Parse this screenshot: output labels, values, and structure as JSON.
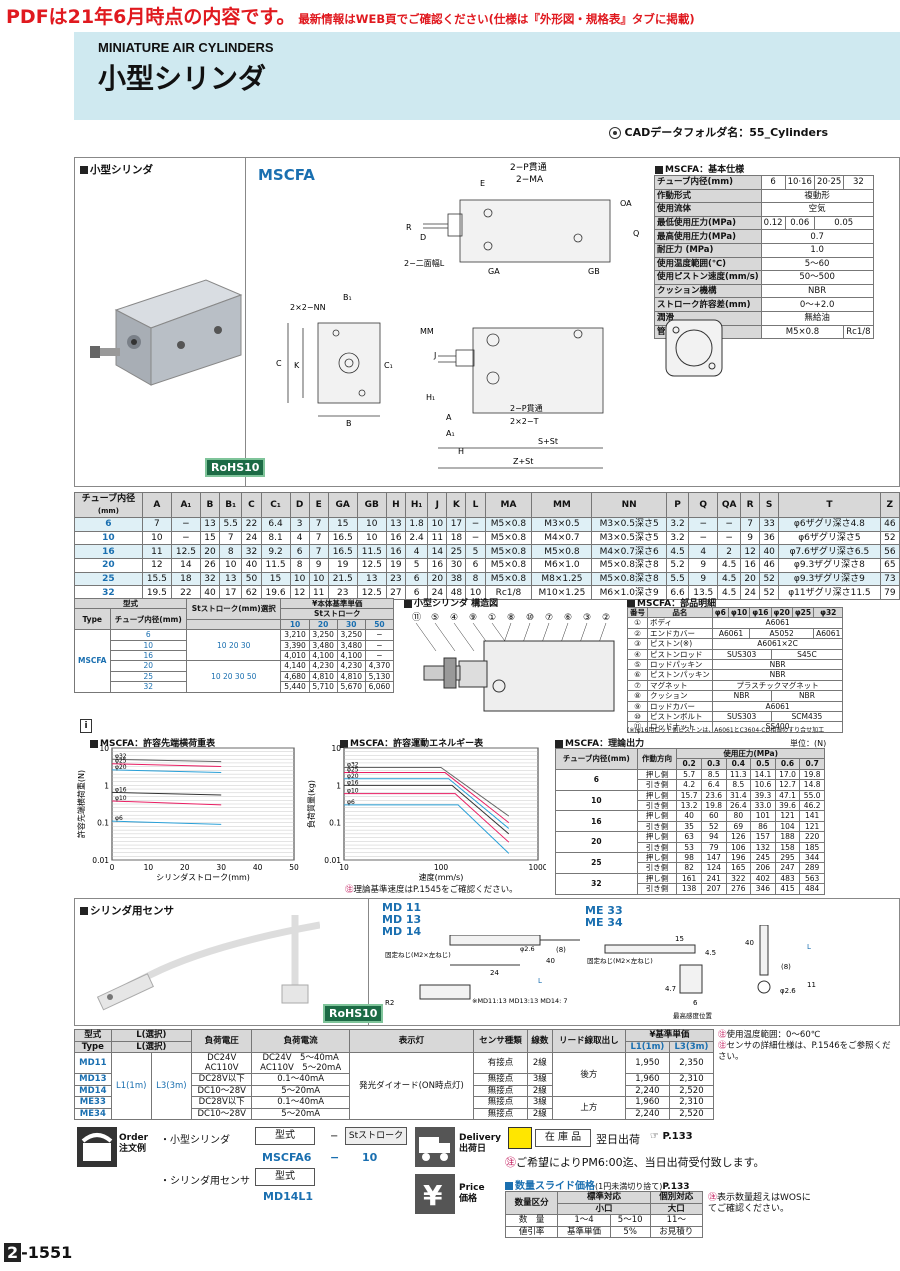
{
  "notice": {
    "main": "PDFは21年6月時点の内容です。",
    "sub": "最新情報はWEB頁でご確認ください(仕様は『外形図・規格表』タブに掲載)"
  },
  "header": {
    "subtitle": "MINIATURE AIR CYLINDERS",
    "title": "小型シリンダ"
  },
  "cad": {
    "label": "CADデータフォルダ名：55_Cylinders"
  },
  "product": {
    "section_title": "小型シリンダ",
    "model": "MSCFA",
    "rohs": "RoHS10"
  },
  "drawing": {
    "labels": {
      "p_through": "2−P貫通",
      "ma": "2−MA",
      "oa": "OA",
      "e": "E",
      "r": "R",
      "d": "D",
      "q": "Q",
      "width_across": "2−二面幅L",
      "ga": "GA",
      "gb": "GB",
      "nn": "2×2−NN",
      "b1": "B₁",
      "c": "C",
      "k": "K",
      "c1": "C₁",
      "b": "B",
      "mm": "MM",
      "j": "J",
      "h1": "H₁",
      "a": "A",
      "a1": "A₁",
      "h": "H",
      "p2": "2−P貫通",
      "t": "2×2−T",
      "s_st": "S+St",
      "z_st": "Z+St"
    }
  },
  "basic_spec": {
    "title": "MSCFA：基本仕様",
    "rows": [
      {
        "k": "チューブ内径(mm)",
        "v": [
          "6",
          "10·16",
          "20·25",
          "32"
        ]
      },
      {
        "k": "作動形式",
        "v": [
          "複動形"
        ]
      },
      {
        "k": "使用流体",
        "v": [
          "空気"
        ]
      },
      {
        "k": "最低使用圧力(MPa)",
        "v": [
          "0.12",
          "0.06",
          "0.05"
        ]
      },
      {
        "k": "最高使用圧力(MPa)",
        "v": [
          "0.7"
        ]
      },
      {
        "k": "耐圧力 (MPa)",
        "v": [
          "1.0"
        ]
      },
      {
        "k": "使用温度範囲(℃)",
        "v": [
          "5〜60"
        ]
      },
      {
        "k": "使用ピストン速度(mm/s)",
        "v": [
          "50〜500"
        ]
      },
      {
        "k": "クッション機構",
        "v": [
          "NBR"
        ]
      },
      {
        "k": "ストローク許容差(mm)",
        "v": [
          "0〜+2.0"
        ]
      },
      {
        "k": "潤滑",
        "v": [
          "無給油"
        ]
      },
      {
        "k": "管接続口径",
        "v": [
          "M5×0.8",
          "Rc1/8"
        ]
      }
    ]
  },
  "dim_table": {
    "headers": [
      "チューブ内径",
      "A",
      "A₁",
      "B",
      "B₁",
      "C",
      "C₁",
      "D",
      "E",
      "GA",
      "GB",
      "H",
      "H₁",
      "J",
      "K",
      "L",
      "MA",
      "MM",
      "NN",
      "P",
      "Q",
      "QA",
      "R",
      "S",
      "T",
      "Z"
    ],
    "unit": "(mm)",
    "rows": [
      [
        "6",
        "7",
        "−",
        "13",
        "5.5",
        "22",
        "6.4",
        "3",
        "7",
        "15",
        "10",
        "13",
        "1.8",
        "10",
        "17",
        "−",
        "M5×0.8",
        "M3×0.5",
        "M3×0.5深さ5",
        "3.2",
        "−",
        "−",
        "7",
        "33",
        "φ6ザグリ深さ4.8",
        "46"
      ],
      [
        "10",
        "10",
        "−",
        "15",
        "7",
        "24",
        "8.1",
        "4",
        "7",
        "16.5",
        "10",
        "16",
        "2.4",
        "11",
        "18",
        "−",
        "M5×0.8",
        "M4×0.7",
        "M3×0.5深さ5",
        "3.2",
        "−",
        "−",
        "9",
        "36",
        "φ6ザグリ深さ5",
        "52"
      ],
      [
        "16",
        "11",
        "12.5",
        "20",
        "8",
        "32",
        "9.2",
        "6",
        "7",
        "16.5",
        "11.5",
        "16",
        "4",
        "14",
        "25",
        "5",
        "M5×0.8",
        "M5×0.8",
        "M4×0.7深さ6",
        "4.5",
        "4",
        "2",
        "12",
        "40",
        "φ7.6ザグリ深さ6.5",
        "56"
      ],
      [
        "20",
        "12",
        "14",
        "26",
        "10",
        "40",
        "11.5",
        "8",
        "9",
        "19",
        "12.5",
        "19",
        "5",
        "16",
        "30",
        "6",
        "M5×0.8",
        "M6×1.0",
        "M5×0.8深さ8",
        "5.2",
        "9",
        "4.5",
        "16",
        "46",
        "φ9.3ザグリ深さ8",
        "65"
      ],
      [
        "25",
        "15.5",
        "18",
        "32",
        "13",
        "50",
        "15",
        "10",
        "10",
        "21.5",
        "13",
        "23",
        "6",
        "20",
        "38",
        "8",
        "M5×0.8",
        "M8×1.25",
        "M5×0.8深さ8",
        "5.5",
        "9",
        "4.5",
        "20",
        "52",
        "φ9.3ザグリ深さ9",
        "73"
      ],
      [
        "32",
        "19.5",
        "22",
        "40",
        "17",
        "62",
        "19.6",
        "12",
        "11",
        "23",
        "12.5",
        "27",
        "6",
        "24",
        "48",
        "10",
        "Rc1/8",
        "M10×1.25",
        "M6×1.0深さ9",
        "6.6",
        "13.5",
        "4.5",
        "24",
        "52",
        "φ11ザグリ深さ11.5",
        "79"
      ]
    ]
  },
  "price_table": {
    "h_model": "型式",
    "h_type": "Type",
    "h_tube": "チューブ内径(mm)",
    "h_stroke": "Stストローク(mm)選択",
    "h_price": "¥本体基準単価",
    "h_price_sub": "Stストローク",
    "strokes": [
      "10",
      "20",
      "30",
      "50"
    ],
    "type": "MSCFA",
    "stroke_a": "10 20 30",
    "stroke_b": "10 20 30 50",
    "rows": [
      [
        "6",
        "3,210",
        "3,250",
        "3,250",
        "−"
      ],
      [
        "10",
        "3,390",
        "3,480",
        "3,480",
        "−"
      ],
      [
        "16",
        "4,010",
        "4,100",
        "4,100",
        "−"
      ],
      [
        "20",
        "4,140",
        "4,230",
        "4,230",
        "4,370"
      ],
      [
        "25",
        "4,680",
        "4,810",
        "4,810",
        "5,130"
      ],
      [
        "32",
        "5,440",
        "5,710",
        "5,670",
        "6,060"
      ]
    ]
  },
  "structure": {
    "title": "小型シリンダ 構造図",
    "callouts": [
      "⑪",
      "⑤",
      "④",
      "⑨",
      "①",
      "⑧",
      "⑩",
      "⑦",
      "⑥",
      "③",
      "②"
    ]
  },
  "parts": {
    "title": "MSCFA：部品明細",
    "headers": [
      "番号",
      "品名",
      "φ6",
      "φ10",
      "φ16",
      "φ20",
      "φ25",
      "φ32"
    ],
    "rows": [
      [
        "①",
        "ボディ",
        "A6061"
      ],
      [
        "②",
        "エンドカバー",
        "A6061",
        "A5052",
        "A6061"
      ],
      [
        "③",
        "ピストン(※)",
        "A6061×2C"
      ],
      [
        "④",
        "ピストンロッド",
        "SUS303",
        "S45C"
      ],
      [
        "⑤",
        "ロッドパッキン",
        "NBR"
      ],
      [
        "⑥",
        "ピストンパッキン",
        "NBR"
      ],
      [
        "⑦",
        "マグネット",
        "プラスチックマグネット"
      ],
      [
        "⑧",
        "クッション",
        "NBR",
        "NBR"
      ],
      [
        "⑨",
        "ロッドカバー",
        "A6061"
      ],
      [
        "⑩",
        "ピストンボルト",
        "SUS303",
        "SCM435"
      ],
      [
        "⑪",
        "ロッドナット",
        "SS400"
      ]
    ],
    "note": "(※)φ16用ロッド側ピストンは、A6061とC3604-CD相当のすり合せ加工"
  },
  "theory": {
    "title": "MSCFA：理論出力",
    "unit": "単位：(N)",
    "h_tube": "チューブ内径(mm)",
    "h_dir": "作動方向",
    "h_press": "使用圧力(MPa)",
    "pressures": [
      "0.2",
      "0.3",
      "0.4",
      "0.5",
      "0.6",
      "0.7"
    ],
    "rows": [
      [
        "6",
        "押し側",
        "5.7",
        "8.5",
        "11.3",
        "14.1",
        "17.0",
        "19.8"
      ],
      [
        "",
        "引き側",
        "4.2",
        "6.4",
        "8.5",
        "10.6",
        "12.7",
        "14.8"
      ],
      [
        "10",
        "押し側",
        "15.7",
        "23.6",
        "31.4",
        "39.3",
        "47.1",
        "55.0"
      ],
      [
        "",
        "引き側",
        "13.2",
        "19.8",
        "26.4",
        "33.0",
        "39.6",
        "46.2"
      ],
      [
        "16",
        "押し側",
        "40",
        "60",
        "80",
        "101",
        "121",
        "141"
      ],
      [
        "",
        "引き側",
        "35",
        "52",
        "69",
        "86",
        "104",
        "121"
      ],
      [
        "20",
        "押し側",
        "63",
        "94",
        "126",
        "157",
        "188",
        "220"
      ],
      [
        "",
        "引き側",
        "53",
        "79",
        "106",
        "132",
        "158",
        "185"
      ],
      [
        "25",
        "押し側",
        "98",
        "147",
        "196",
        "245",
        "295",
        "344"
      ],
      [
        "",
        "引き側",
        "82",
        "124",
        "165",
        "206",
        "247",
        "289"
      ],
      [
        "32",
        "押し側",
        "161",
        "241",
        "322",
        "402",
        "483",
        "563"
      ],
      [
        "",
        "引き側",
        "138",
        "207",
        "276",
        "346",
        "415",
        "484"
      ]
    ]
  },
  "chart_data": [
    {
      "type": "line",
      "title": "MSCFA：許容先端横荷重表",
      "xlabel": "シリンダストローク(mm)",
      "ylabel": "許容先端横荷重(N)",
      "x_ticks": [
        "0",
        "10",
        "20",
        "30",
        "40",
        "50"
      ],
      "y_ticks": [
        "0.01",
        "0.1",
        "1",
        "10"
      ],
      "log_y": true,
      "series": [
        {
          "name": "φ32",
          "x": [
            0,
            30
          ],
          "y": [
            5.0,
            4.3
          ]
        },
        {
          "name": "φ25",
          "x": [
            0,
            30
          ],
          "y": [
            3.8,
            3.2
          ]
        },
        {
          "name": "φ20",
          "x": [
            0,
            30
          ],
          "y": [
            2.6,
            2.2
          ]
        },
        {
          "name": "φ16",
          "x": [
            0,
            30
          ],
          "y": [
            0.65,
            0.55
          ]
        },
        {
          "name": "φ10",
          "x": [
            0,
            30
          ],
          "y": [
            0.38,
            0.3
          ]
        },
        {
          "name": "φ6",
          "x": [
            0,
            30
          ],
          "y": [
            0.11,
            0.09
          ]
        }
      ]
    },
    {
      "type": "line",
      "title": "MSCFA：許容運動エネルギー表",
      "xlabel": "速度(mm/s)",
      "ylabel": "負荷質量(kg)",
      "x_ticks": [
        "10",
        "100",
        "1000"
      ],
      "y_ticks": [
        "0.01",
        "0.1",
        "1",
        "10"
      ],
      "log_x": true,
      "log_y": true,
      "series": [
        {
          "name": "φ32",
          "x": [
            10,
            100,
            500
          ],
          "y": [
            3.0,
            3.0,
            0.15
          ]
        },
        {
          "name": "φ25",
          "x": [
            10,
            110,
            500
          ],
          "y": [
            2.2,
            2.2,
            0.1
          ]
        },
        {
          "name": "φ20",
          "x": [
            10,
            120,
            500
          ],
          "y": [
            1.5,
            1.5,
            0.07
          ]
        },
        {
          "name": "φ16",
          "x": [
            10,
            130,
            500
          ],
          "y": [
            1.0,
            1.0,
            0.05
          ]
        },
        {
          "name": "φ10",
          "x": [
            10,
            140,
            500
          ],
          "y": [
            0.6,
            0.6,
            0.03
          ]
        },
        {
          "name": "φ6",
          "x": [
            10,
            150,
            500
          ],
          "y": [
            0.3,
            0.3,
            0.015
          ]
        }
      ]
    }
  ],
  "chart_note": "理論基準速度はP.1545をご確認ください。",
  "sensor": {
    "section_title": "シリンダ用センサ",
    "rohs": "RoHS10",
    "md_models": "MD 11\nMD 13\nMD 14",
    "me_models": "ME 33\nME 34",
    "labels": {
      "fix_screw": "固定ねじ(M2×左ねじ)",
      "l": "L",
      "dim24": "24",
      "dim40": "40",
      "dim8": "(8)",
      "phi26": "φ2.6",
      "r2": "R2",
      "dim15": "15",
      "dim45": "4.5",
      "dim47": "4.7",
      "dim6": "6",
      "max_pos": "最高感度位置",
      "md_note": "※MD11:13\nMD13:13\nMD14: 7",
      "dim11": "11",
      "dim40b": "40"
    },
    "table_headers": {
      "model": "型式",
      "type": "Type",
      "l_sel": "L(選択)",
      "voltage": "負荷電圧",
      "current": "負荷電流",
      "lamp": "表示灯",
      "kind": "センサ種類",
      "wire": "線数",
      "lead": "リード線取出し",
      "price": "¥基準単価",
      "l1": "L1(1m)",
      "l3": "L3(3m)"
    },
    "l1": "L1(1m)",
    "l3": "L3(3m)",
    "lamp": "発光ダイオード(ON時点灯)",
    "lead_a": "後方",
    "lead_b": "上方",
    "rows": [
      {
        "model": "MD11",
        "v": "DC24V\nAC110V",
        "c": "DC24V　5〜40mA\nAC110V　5〜20mA",
        "kind": "有接点",
        "wire": "2線",
        "p1": "1,950",
        "p3": "2,350"
      },
      {
        "model": "MD13",
        "v": "DC28V以下",
        "c": "0.1〜40mA",
        "kind": "無接点",
        "wire": "3線",
        "p1": "1,960",
        "p3": "2,310"
      },
      {
        "model": "MD14",
        "v": "DC10〜28V",
        "c": "5〜20mA",
        "kind": "無接点",
        "wire": "2線",
        "p1": "2,240",
        "p3": "2,520"
      },
      {
        "model": "ME33",
        "v": "DC28V以下",
        "c": "0.1〜40mA",
        "kind": "無接点",
        "wire": "3線",
        "p1": "1,960",
        "p3": "2,310"
      },
      {
        "model": "ME34",
        "v": "DC10〜28V",
        "c": "5〜20mA",
        "kind": "無接点",
        "wire": "2線",
        "p1": "2,240",
        "p3": "2,520"
      }
    ],
    "notes": [
      "使用温度範囲：0〜60℃",
      "センサの詳細仕様は、P.1546をご参照ください。"
    ]
  },
  "order": {
    "label_en": "Order",
    "label_jp": "注文例",
    "cyl_label": "・小型シリンダ",
    "cyl_h1": "型式",
    "cyl_h2": "Stストローク",
    "cyl_v1": "MSCFA6",
    "cyl_dash": "−",
    "cyl_v2": "10",
    "sens_label": "・シリンダ用センサ",
    "sens_h1": "型式",
    "sens_v1": "MD14L1"
  },
  "delivery": {
    "label_en": "Delivery",
    "label_jp": "出荷日",
    "stock": "在 庫 品",
    "next_day": "翌日出荷",
    "page": "P.133",
    "note": "ご希望によりPM6:00迄、当日出荷受付致します。"
  },
  "price_slide": {
    "label_en": "Price",
    "label_jp": "価格",
    "title": "数量スライド価格",
    "round": "(1円未満切り捨て)",
    "page": "P.133",
    "headers": [
      "数量区分",
      "標準対応",
      "個別対応"
    ],
    "sub": [
      "小口",
      "大口"
    ],
    "rows": [
      [
        "数　量",
        "1〜4",
        "5〜10",
        "11〜"
      ],
      [
        "値引率",
        "基準単価",
        "5%",
        "お見積り"
      ]
    ],
    "note": "表示数量超えはWOSにてご確認ください。"
  },
  "page_no": {
    "chapter": "2",
    "page": "-1551"
  }
}
